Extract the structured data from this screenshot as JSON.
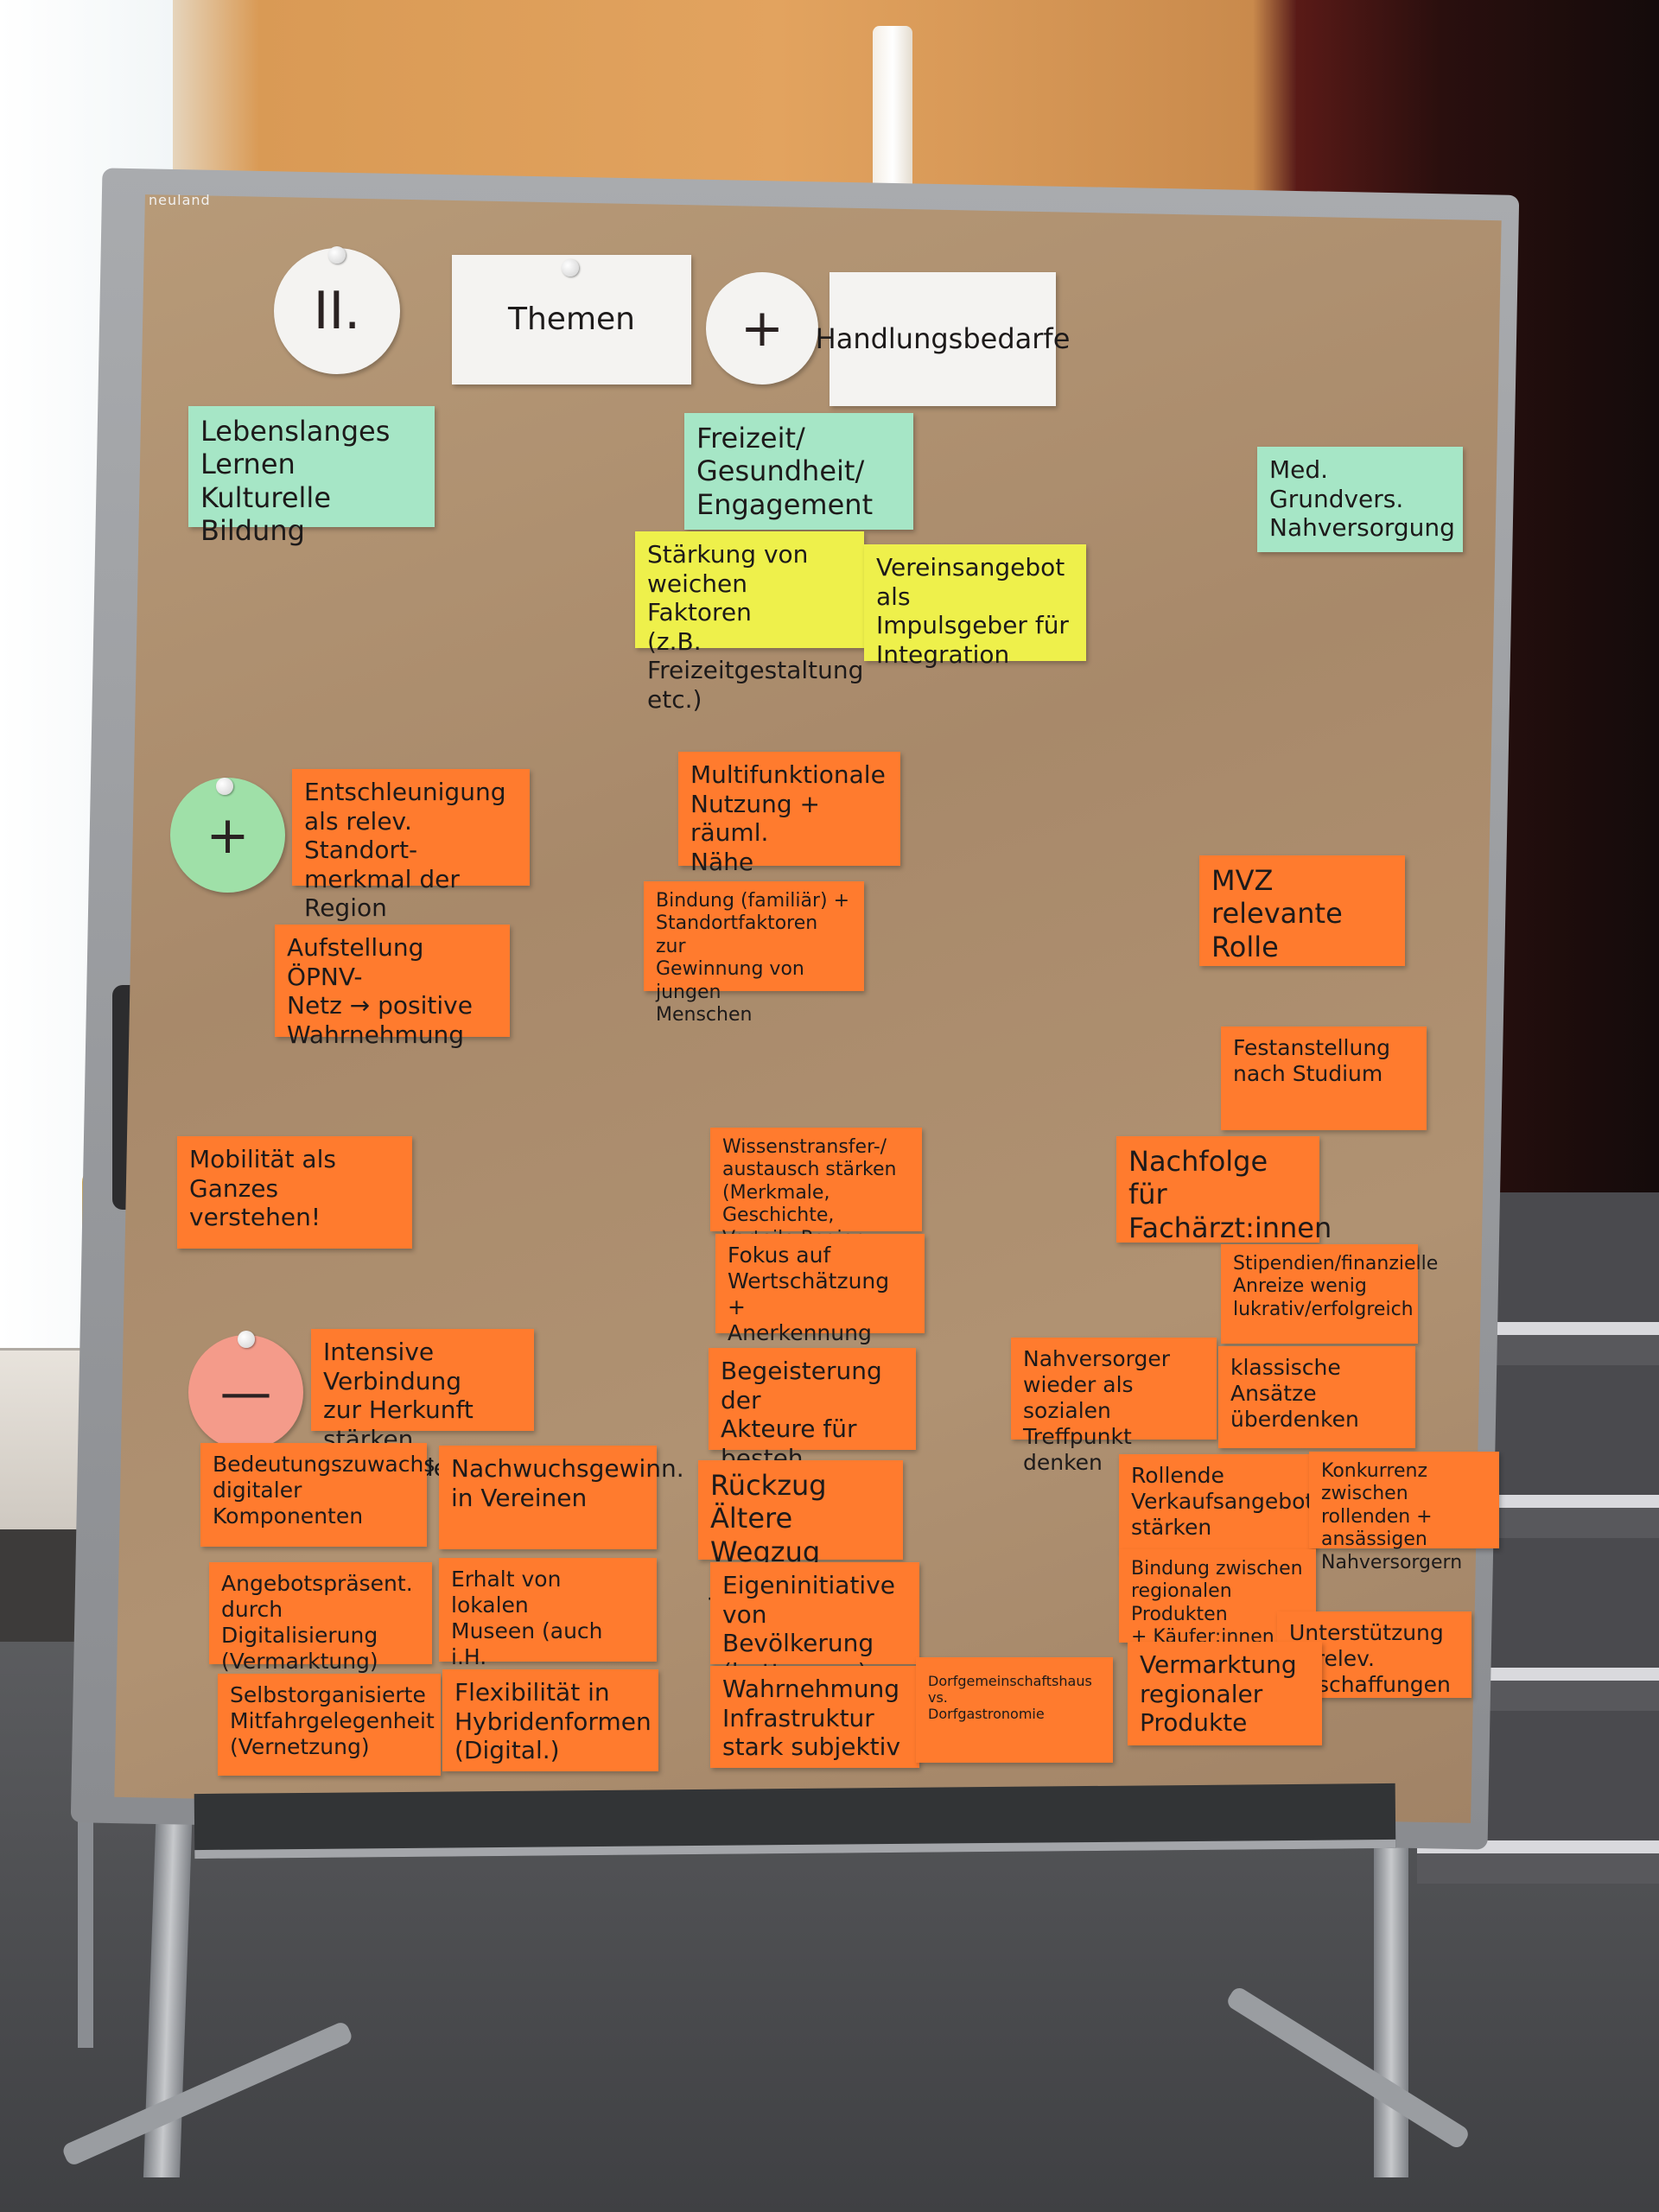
{
  "header": {
    "numeral": "II.",
    "title_left": "Themen",
    "plus": "+",
    "title_right": "Handlungsbedarfe"
  },
  "board_brand": "neuland",
  "categories": {
    "left": "Lebenslanges Lernen\nKulturelle Bildung",
    "center": "Freizeit/\nGesundheit/\nEngagement",
    "right": "Med. Grundvers.\nNahversorgung"
  },
  "yellow_cards": {
    "a": "Stärkung von\nweichen Faktoren\n(z.B. Freizeitgestaltung etc.)",
    "b": "Vereinsangebot als\nImpulsgeber für\nIntegration"
  },
  "section_markers": {
    "plus": "+",
    "minus": "—"
  },
  "positive": {
    "left": [
      "Entschleunigung\nals relev. Standort-\nmerkmal der Region",
      "Aufstellung ÖPNV-\nNetz → positive\nWahrnehmung",
      "Mobilität als\nGanzes verstehen!"
    ],
    "center": [
      "Multifunktionale\nNutzung + räuml.\nNähe",
      "Bindung (familiär) +\nStandortfaktoren zur\nGewinnung von jungen\nMenschen",
      "Wissenstransfer-/\naustausch stärken\n(Merkmale, Geschichte,\nVorteile Region nahe heb.)",
      "Fokus auf\nWertschätzung +\nAnerkennung Ehrenamt"
    ],
    "right": [
      "MVZ relevante\nRolle",
      "Festanstellung\nnach Studium",
      "Nachfolge für\nFachärzt:innen"
    ]
  },
  "negative": {
    "left": [
      "Intensive Verbindung\nzur Herkunft stärken\n(Verbundenheit)",
      "Bedeutungszuwachs\ndigitaler Komponenten",
      "Nachwuchsgewinn.\nin Vereinen",
      "Angebotspräsent.\ndurch Digitalisierung\n(Vermarktung)",
      "Erhalt von lokalen\nMuseen (auch i.H.\nDigitalisierung)",
      "Selbstorganisierte\nMitfahrgelegenheit\n(Vernetzung)",
      "Flexibilität in\nHybridenformen\n(Digital.)"
    ],
    "center": [
      "Begeisterung der\nAkteure für besteh.\nInfrastruktur",
      "Rückzug Ältere\nWegzug Jüngere",
      "Eigeninitiative\nvon Bevölkerung\n(bottom up)",
      "Wahrnehmung\nInfrastruktur\nstark subjektiv",
      "Dorfgemeinschaftshaus\nvs.\nDorfgastronomie"
    ],
    "right": [
      "Stipendien/finanzielle\nAnreize wenig\nlukrativ/erfolgreich",
      "Nahversorger\nwieder als sozialen\nTreffpunkt denken",
      "klassische Ansätze\nüberdenken",
      "Rollende\nVerkaufsangebote\nstärken",
      "Konkurrenz zwischen\nrollenden + ansässigen\nNahversorgern",
      "Bindung zwischen\nregionalen Produkten\n+ Käufer:innen",
      "Unterstützung\nin relev. Anschaffungen",
      "Vermarktung\nregionaler\nProdukte"
    ]
  },
  "colors": {
    "orange": "#ff7b2e",
    "green": "#a6e6c6",
    "yellow": "#eef04b",
    "board": "#ad8f6e",
    "white": "#f4f3f1"
  }
}
